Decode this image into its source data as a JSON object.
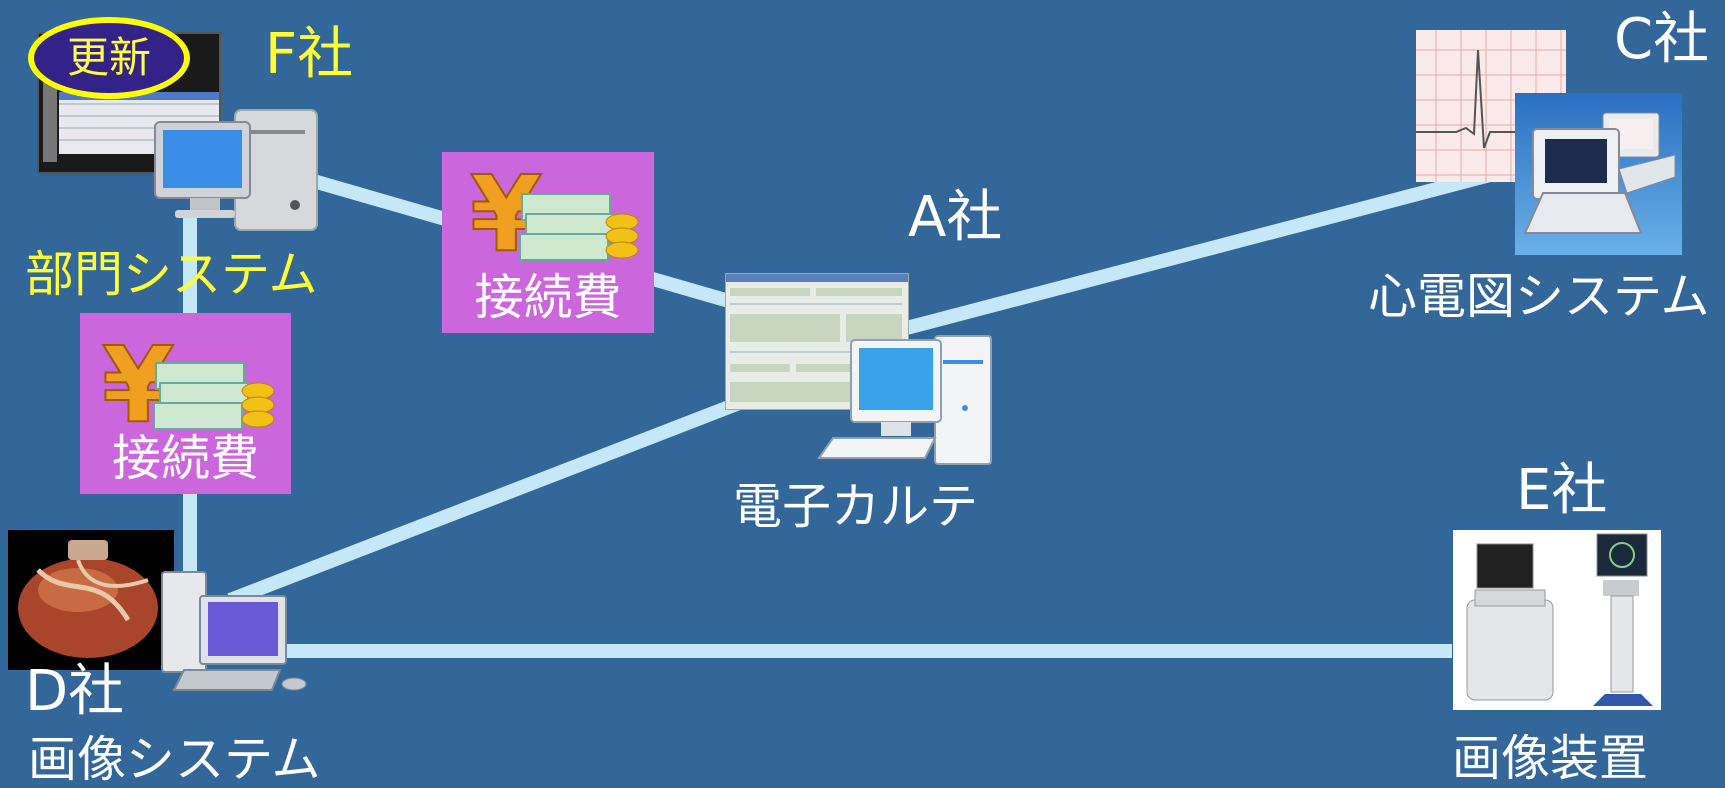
{
  "nodes": {
    "f": {
      "company": "F社",
      "system": "部門システム",
      "badge": "更新"
    },
    "a": {
      "company": "A社",
      "system": "電子カルテ"
    },
    "c": {
      "company": "C社",
      "system": "心電図システム"
    },
    "d": {
      "company": "D社",
      "system": "画像システム"
    },
    "e": {
      "company": "E社",
      "system": "画像装置"
    }
  },
  "connection_fees": [
    {
      "label": "接続費",
      "icon": "yen-money-icon"
    },
    {
      "label": "接続費",
      "icon": "yen-money-icon"
    }
  ],
  "colors": {
    "background": "#33679a",
    "link": "#c4e8f8",
    "fee_box": "#cc66dd",
    "highlight_text": "#ffff33",
    "badge_ring": "#ffff00"
  }
}
